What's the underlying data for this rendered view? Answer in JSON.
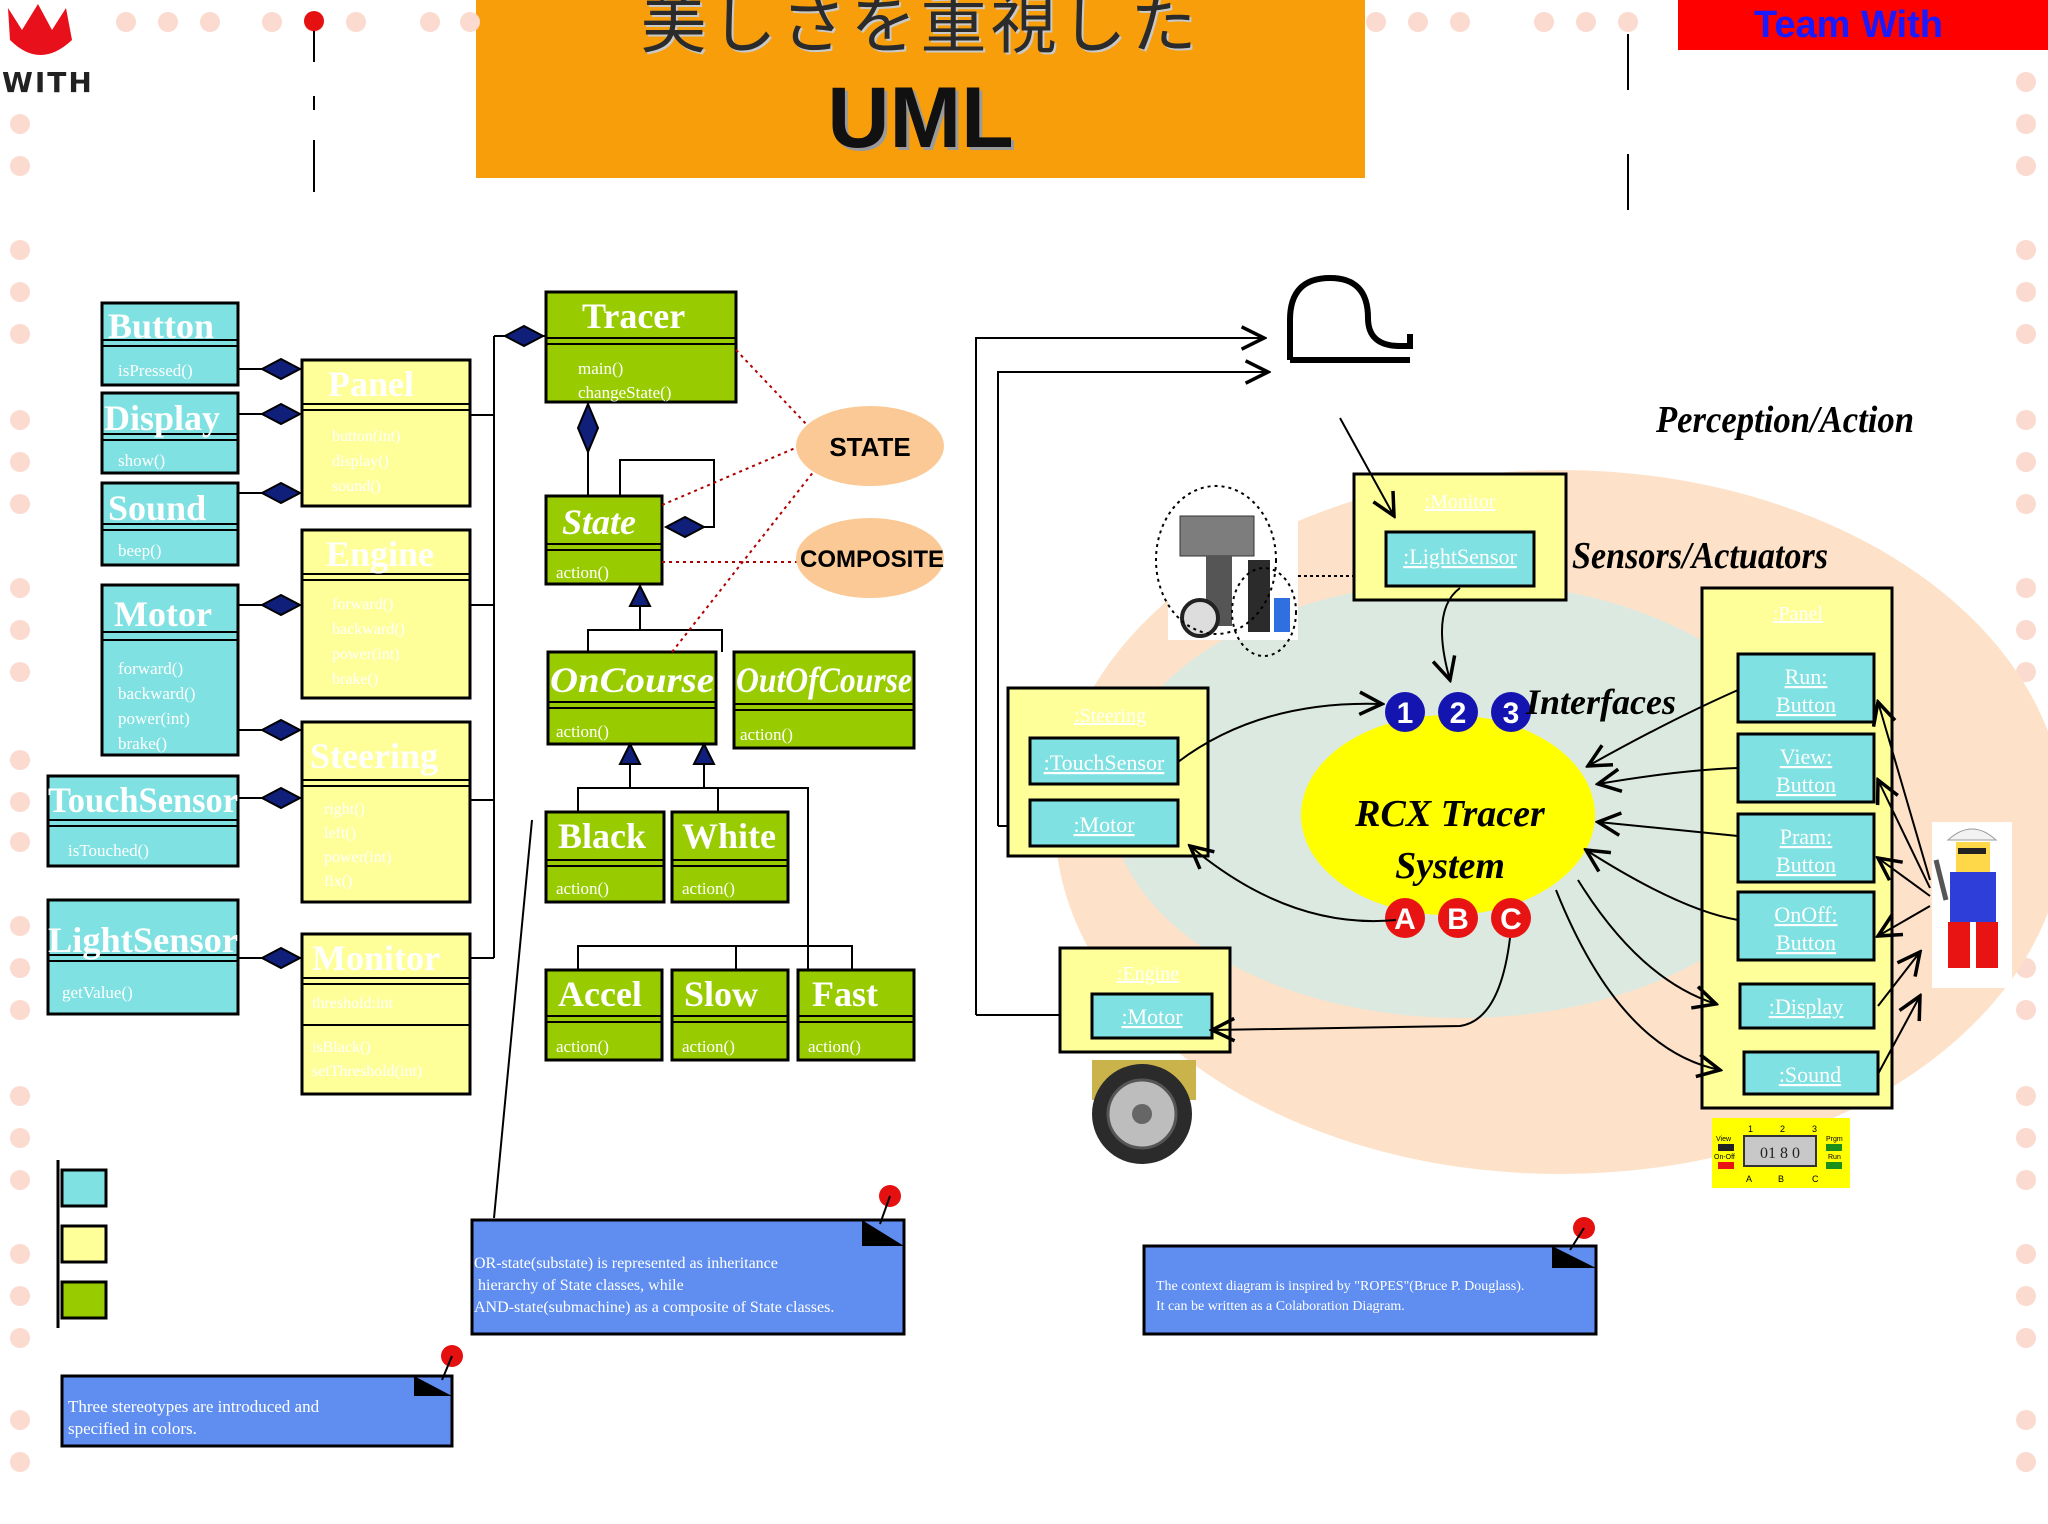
{
  "header": {
    "title_jp": "美しさを重視した",
    "title_main": "UML",
    "team_label": "Team With",
    "logo_text": "WITH"
  },
  "colors": {
    "title_bg": "#f99e0b",
    "team_bg": "#ff0000",
    "team_text": "#1a1aff",
    "device_class": "#7fe1e1",
    "controller_class": "#ffff99",
    "state_class": "#99cc00",
    "note_bg": "#5f8df0",
    "bubble": "#fbc995",
    "context_outer": "#fde1c8",
    "context_inner": "#dce9e0",
    "system": "#ffff00",
    "dots": "#fbdad0"
  },
  "device_classes": [
    {
      "name": "Button",
      "method": "isPressed()"
    },
    {
      "name": "Display",
      "method": "show()"
    },
    {
      "name": "Sound",
      "method": "beep()"
    },
    {
      "name": "Motor",
      "methods": [
        "forward()",
        "backward()",
        "power(int)",
        "brake()"
      ]
    },
    {
      "name": "TouchSensor",
      "method": "isTouched()"
    },
    {
      "name": "LightSensor",
      "method": "getValue()"
    }
  ],
  "controller_classes": [
    {
      "name": "Panel",
      "methods": [
        "button(int)",
        "display()",
        "sound()"
      ]
    },
    {
      "name": "Engine",
      "methods": [
        "forward()",
        "backward()",
        "power(int)",
        "brake()"
      ]
    },
    {
      "name": "Steering",
      "methods": [
        "right()",
        "left()",
        "power(int)",
        "fix()"
      ]
    },
    {
      "name": "Monitor",
      "attributes": [
        "threshold:int"
      ],
      "methods": [
        "isBlack()",
        "setThreshold(int)"
      ]
    }
  ],
  "state_classes": {
    "tracer": {
      "name": "Tracer",
      "methods": [
        "main()",
        "changeState()"
      ]
    },
    "state": {
      "name": "State",
      "method": "action()"
    },
    "oncourse": {
      "name": "OnCourse",
      "method": "action()"
    },
    "outofcourse": {
      "name": "OutOfCourse",
      "method": "action()"
    },
    "black": {
      "name": "Black",
      "method": "action()"
    },
    "white": {
      "name": "White",
      "method": "action()"
    },
    "accel": {
      "name": "Accel",
      "method": "action()"
    },
    "slow": {
      "name": "Slow",
      "method": "action()"
    },
    "fast": {
      "name": "Fast",
      "method": "action()"
    }
  },
  "patterns": {
    "state": "STATE",
    "composite": "COMPOSITE"
  },
  "context": {
    "perception_label": "Perception/Action",
    "sensors_label": "Sensors/Actuators",
    "interfaces_label": "Interfaces",
    "system_line1": "RCX Tracer",
    "system_line2": "System",
    "ports_top": [
      "1",
      "2",
      "3"
    ],
    "ports_bottom": [
      "A",
      "B",
      "C"
    ],
    "monitor": {
      "title": ":Monitor",
      "part": ":LightSensor"
    },
    "steering": {
      "title": ":Steering",
      "parts": [
        ":TouchSensor",
        ":Motor"
      ]
    },
    "engine": {
      "title": ":Engine",
      "part": ":Motor"
    },
    "panel": {
      "title": ":Panel",
      "parts": [
        {
          "line1": "Run:",
          "line2": "Button"
        },
        {
          "line1": "View:",
          "line2": "Button"
        },
        {
          "line1": "Pram:",
          "line2": "Button"
        },
        {
          "line1": "OnOff:",
          "line2": "Button"
        }
      ],
      "display": ":Display",
      "sound": ":Sound"
    },
    "rcx": {
      "top_nums": [
        "1",
        "2",
        "3"
      ],
      "bottom_letters": [
        "A",
        "B",
        "C"
      ],
      "left_top": "View",
      "left_bottom": "On-Off",
      "right_top": "Prgm",
      "right_bottom": "Run",
      "lcd": "01 8 0"
    }
  },
  "notes": {
    "or_state": "OR-state(substate) is represented as inheritance hierarchy of State classes, while AND-state(submachine) as a composite of State classes.",
    "context": "The context diagram is inspired by \"ROPES\"(Bruce P. Douglass). It can be written as a Colaboration Diagram.",
    "stereotypes": "Three stereotypes are introduced and specified in colors."
  }
}
